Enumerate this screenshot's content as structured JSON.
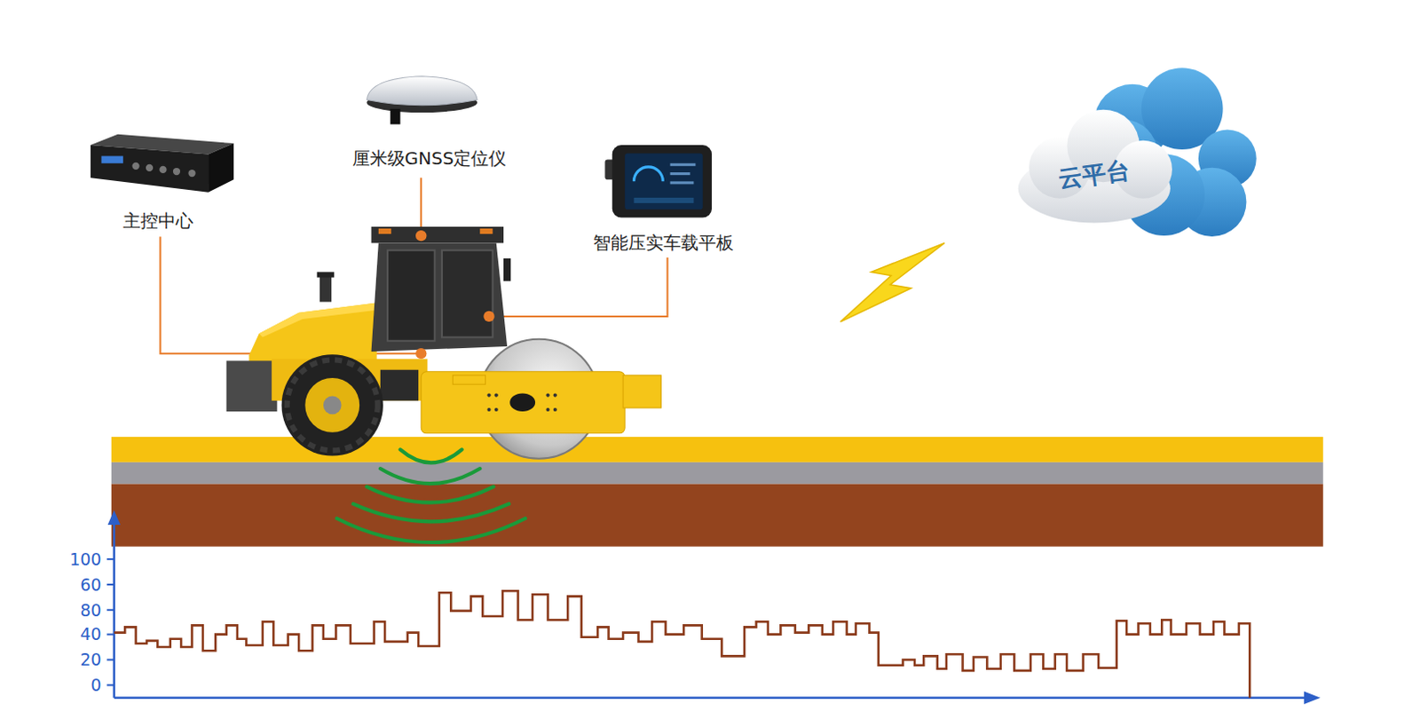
{
  "diagram": {
    "nodes": [
      {
        "text": [
          "云平台"
        ]
      }
    ],
    "labels": [
      "厘米级GNSS定位仪",
      "主控中心",
      "智能压实车载平板",
      "100",
      "60",
      "80",
      "40",
      "20",
      "0"
    ]
  }
}
